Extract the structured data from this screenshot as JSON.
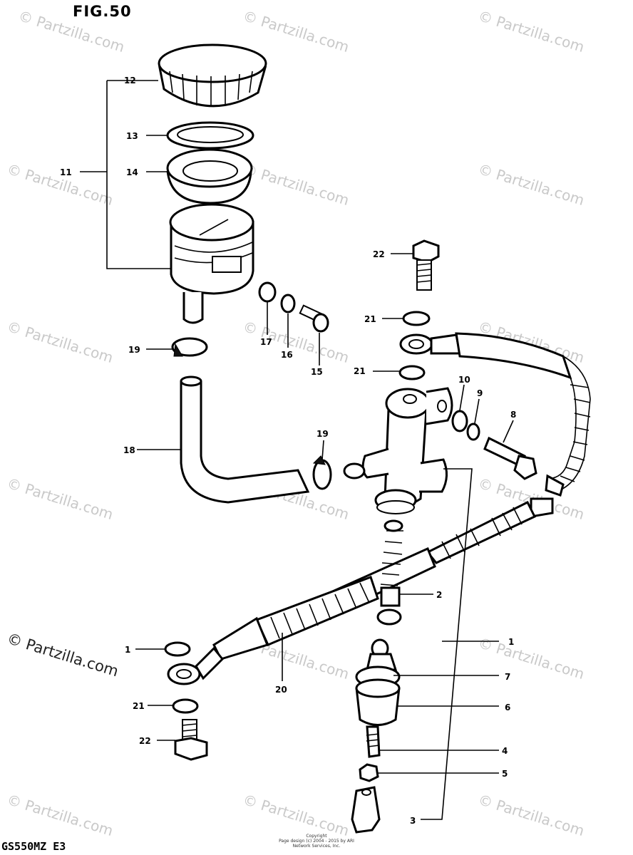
{
  "figure": {
    "title": "FIG.50",
    "model_code": "GS550MZ  E3",
    "copyright_lines": [
      "Copyright",
      "Page design (c) 2004 - 2015 by ARI Network Services, Inc."
    ]
  },
  "watermark": {
    "text": "© Partzilla.com"
  },
  "callouts": [
    {
      "label": "12"
    },
    {
      "label": "13"
    },
    {
      "label": "14"
    },
    {
      "label": "11"
    },
    {
      "label": "22"
    },
    {
      "label": "21"
    },
    {
      "label": "17"
    },
    {
      "label": "16"
    },
    {
      "label": "15"
    },
    {
      "label": "19"
    },
    {
      "label": "21"
    },
    {
      "label": "10"
    },
    {
      "label": "9"
    },
    {
      "label": "8"
    },
    {
      "label": "19"
    },
    {
      "label": "18"
    },
    {
      "label": "2"
    },
    {
      "label": "1"
    },
    {
      "label": "1"
    },
    {
      "label": "20"
    },
    {
      "label": "7"
    },
    {
      "label": "6"
    },
    {
      "label": "21"
    },
    {
      "label": "22"
    },
    {
      "label": "4"
    },
    {
      "label": "5"
    },
    {
      "label": "3"
    }
  ]
}
